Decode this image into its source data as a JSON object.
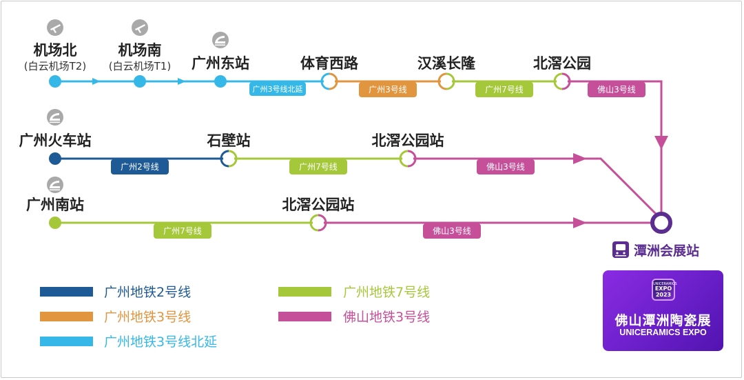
{
  "stations": {
    "airport_north": {
      "name": "机场北",
      "sub": "(白云机场T2)"
    },
    "airport_south": {
      "name": "机场南",
      "sub": "(白云机场T1)"
    },
    "guangzhou_east": {
      "name": "广州东站"
    },
    "tiyu_xilu": {
      "name": "体育西路"
    },
    "hanxi_changlong": {
      "name": "汉溪长隆"
    },
    "beijiao_park_1": {
      "name": "北滘公园"
    },
    "guangzhou_railway": {
      "name": "广州火车站"
    },
    "shibi": {
      "name": "石壁站"
    },
    "beijiao_park_2": {
      "name": "北滘公园站"
    },
    "guangzhou_south": {
      "name": "广州南站"
    },
    "beijiao_park_3": {
      "name": "北滘公园站"
    }
  },
  "line_labels": {
    "r1_gz3n": "广州3号线北延",
    "r1_gz3": "广州3号线",
    "r1_gz7": "广州7号线",
    "r1_fs3": "佛山3号线",
    "r2_gz2": "广州2号线",
    "r2_gz7": "广州7号线",
    "r2_fs3": "佛山3号线",
    "r3_gz7": "广州7号线",
    "r3_fs3": "佛山3号线"
  },
  "destination": {
    "name": "潭洲会展站",
    "icon": "metro-train-icon"
  },
  "expo": {
    "badge_top": "UNICERAMICS",
    "badge_mid": "EXPO",
    "badge_year": "2023",
    "title": "佛山潭洲陶瓷展",
    "subtitle": "UNICERAMICS EXPO"
  },
  "legend": [
    {
      "label": "广州地铁2号线",
      "color": "#1e5a96"
    },
    {
      "label": "广州地铁3号线",
      "color": "#e0953e"
    },
    {
      "label": "广州地铁3号线北延",
      "color": "#35b8e8"
    },
    {
      "label": "广州地铁7号线",
      "color": "#a5c83a"
    },
    {
      "label": "佛山地铁3号线",
      "color": "#c64f9a"
    }
  ],
  "colors": {
    "gz2": "#1e5a96",
    "gz3": "#e0953e",
    "gz3n": "#35b8e8",
    "gz7": "#a5c83a",
    "fs3": "#c64f9a",
    "dest": "#5b2d91",
    "expo_bg": "#7b22d6"
  },
  "icons": {
    "airport": "airplane-icon",
    "railway": "train-icon"
  }
}
